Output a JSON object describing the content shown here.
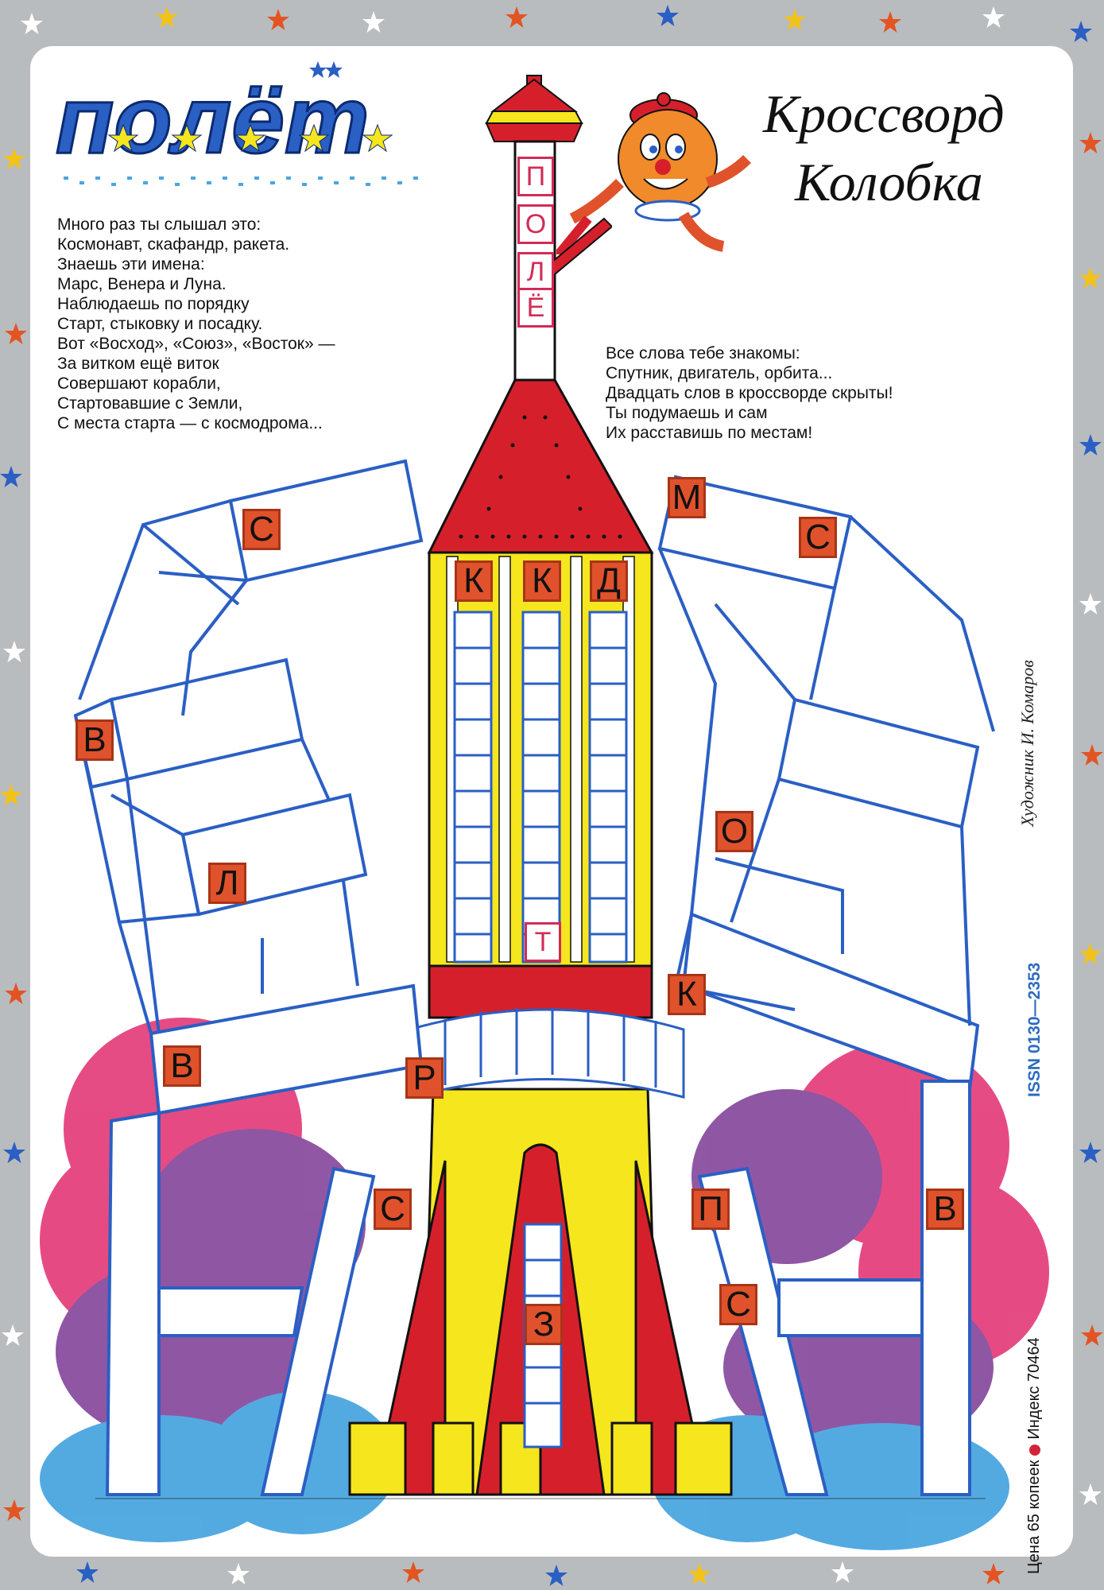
{
  "magazine": {
    "title": "полёт",
    "crossword_title_line1": "Кроссворд",
    "crossword_title_line2": "Колобка",
    "issn": "ISSN 0130—2353",
    "price": "Цена 65 копеек",
    "index": "Индекс 70464",
    "artist": "Художник И. Комаров"
  },
  "poem_left": [
    "Много раз ты слышал это:",
    "Космонавт, скафандр, ракета.",
    "Знаешь эти имена:",
    "Марс, Венера и Луна.",
    "Наблюдаешь по порядку",
    "Старт, стыковку и посадку.",
    "Вот «Восход», «Союз», «Восток» —",
    "За витком ещё виток",
    "Совершают корабли,",
    "Стартовавшие с Земли,",
    "С места старта — с космодрома..."
  ],
  "poem_right": [
    "Все слова тебе знакомы:",
    "Спутник, двигатель, орбита...",
    "Двадцать слов в кроссворде скрыты!",
    "Ты подумаешь и сам",
    "Их расставишь по местам!"
  ],
  "tower_letters": [
    "П",
    "О",
    "Л",
    "Ё"
  ],
  "hint_letters": {
    "s_left": "С",
    "v_left_1": "В",
    "l_left": "Л",
    "v_left_2": "В",
    "r_bridge": "Р",
    "k1": "К",
    "k2": "К",
    "d": "Д",
    "t": "Т",
    "m": "М",
    "s_right": "С",
    "o_right": "О",
    "k_right": "К",
    "s_bottom": "С",
    "z_bottom": "З",
    "p_bottom": "П",
    "s_bottom_right": "С",
    "v_bottom_right": "В"
  },
  "colors": {
    "blue": "#2a5fc4",
    "red": "#d5202c",
    "yellow": "#f5e61e",
    "orange": "#e0522b",
    "pink": "#e4427c",
    "purple": "#8a4ea0",
    "sky": "#4aa6e0"
  }
}
